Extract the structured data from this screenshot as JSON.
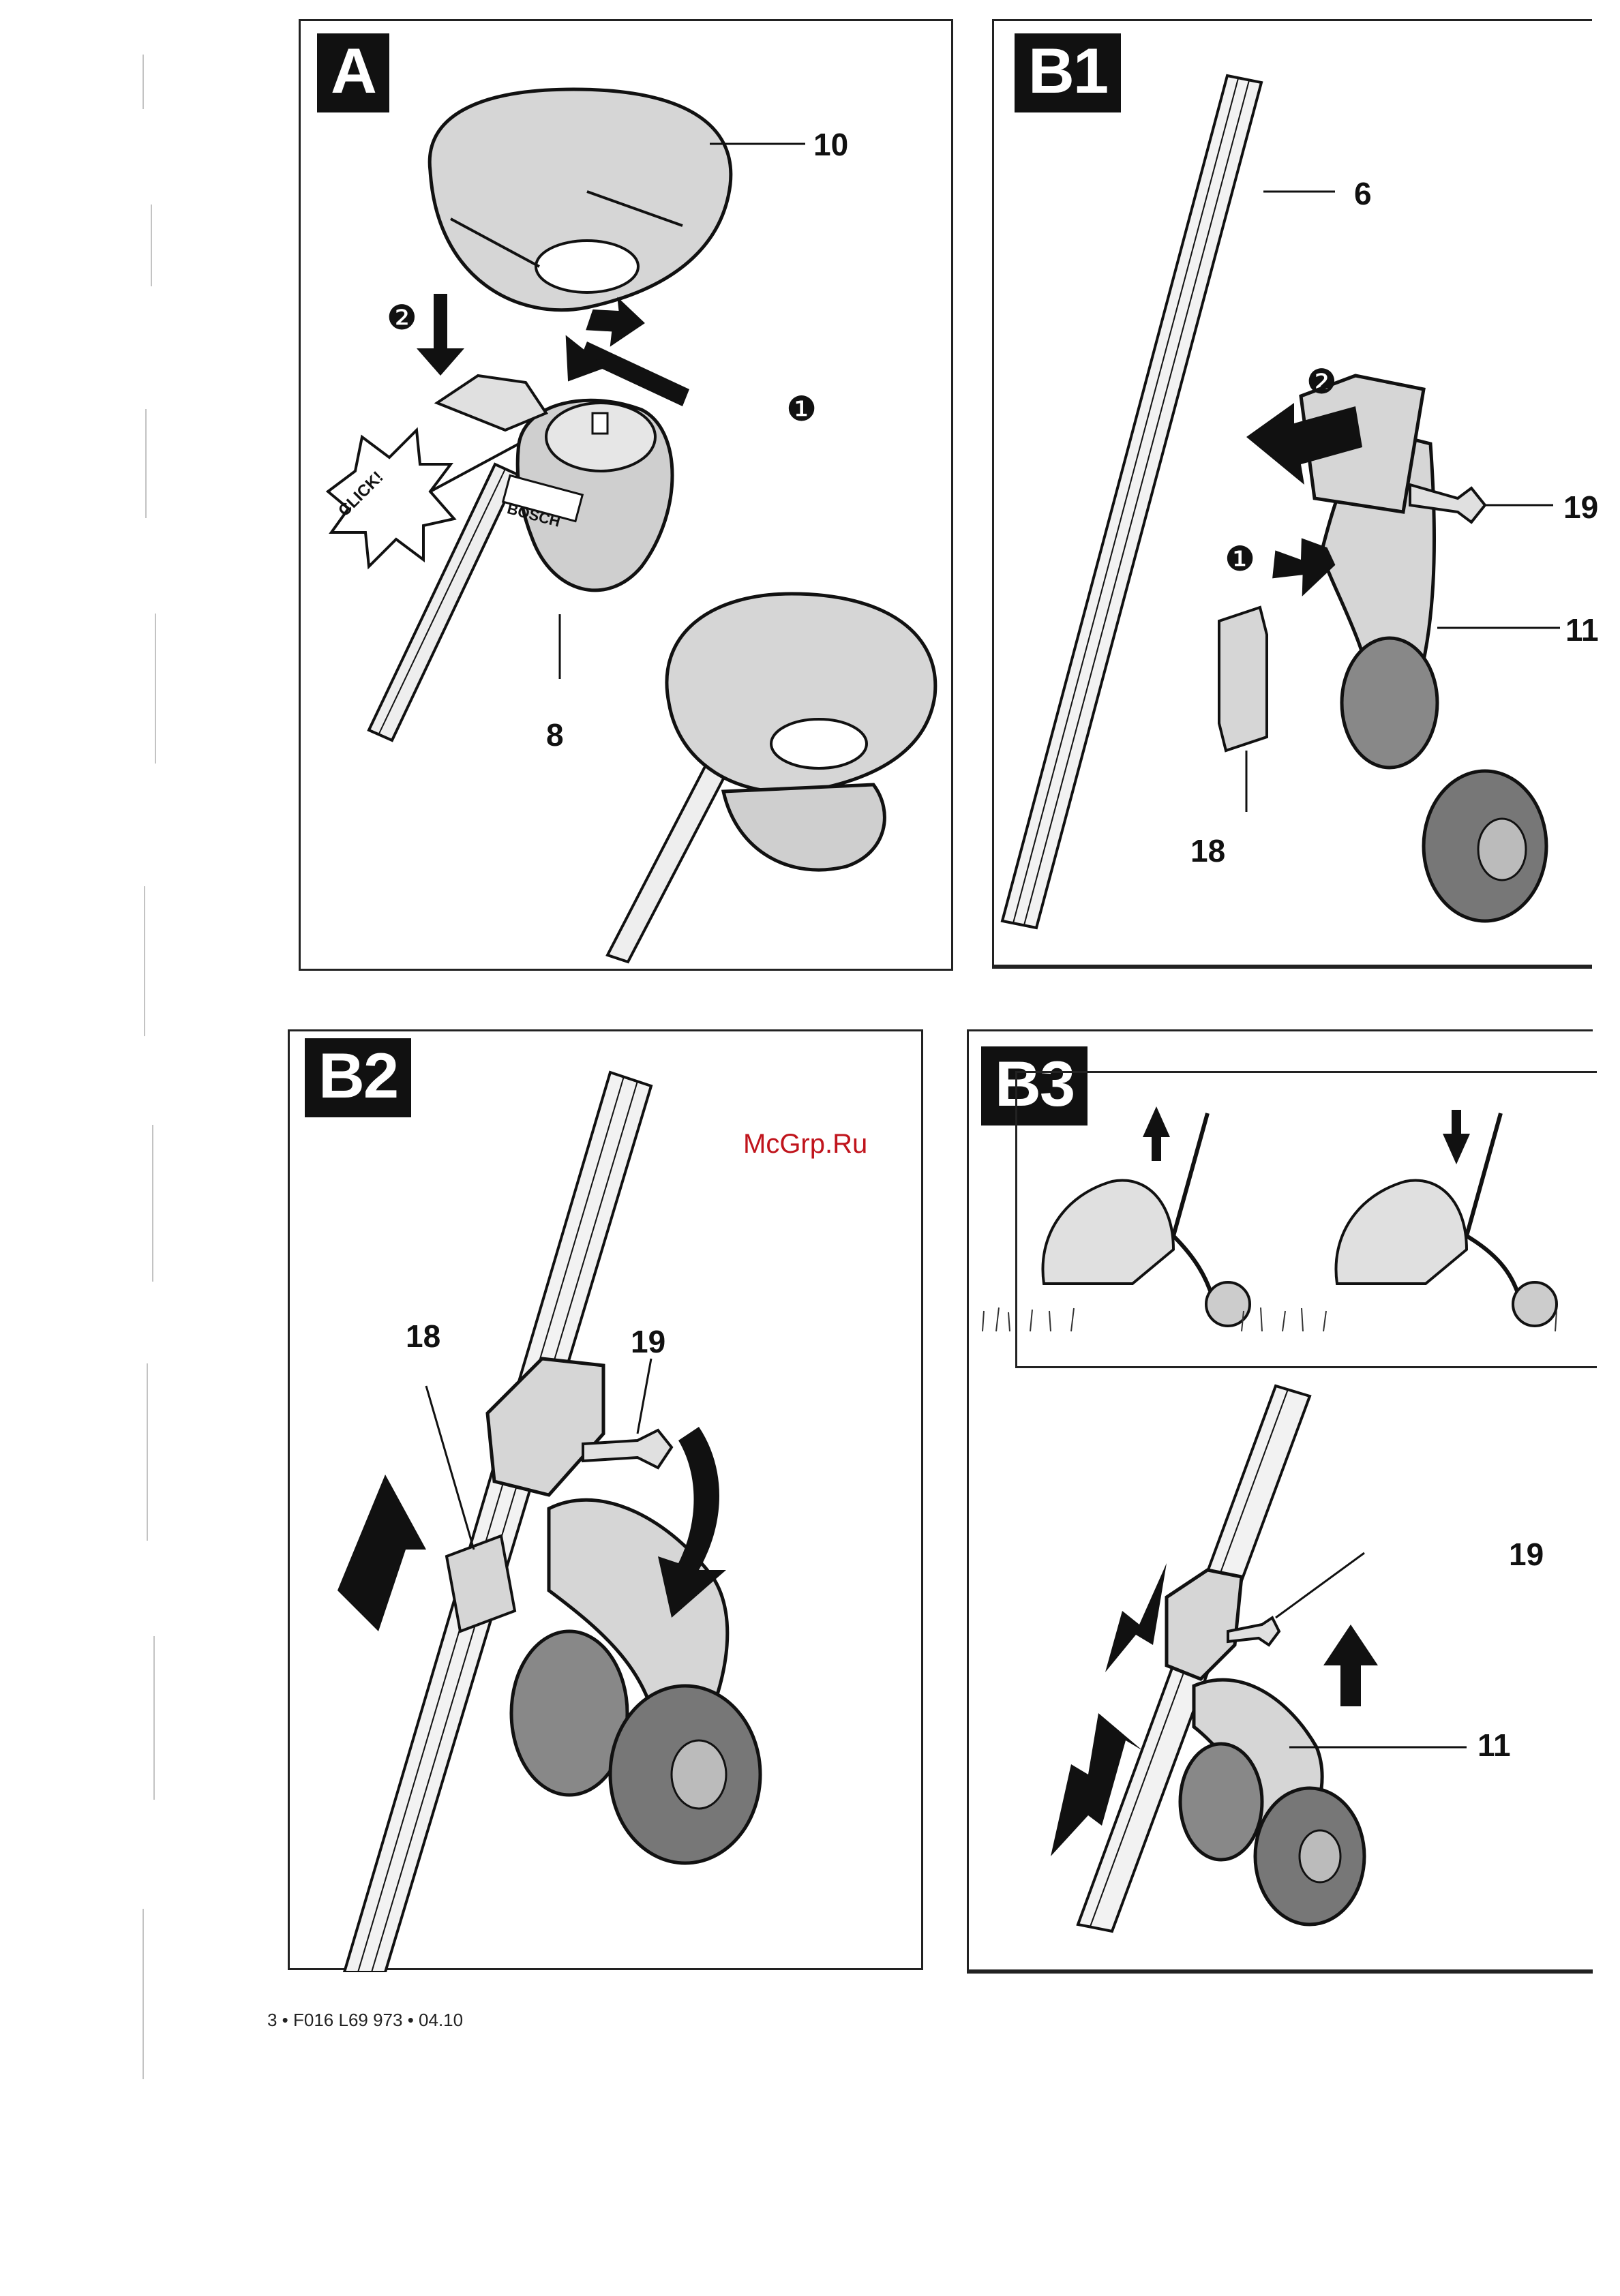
{
  "panels": {
    "a": {
      "tag": "A",
      "labels": {
        "cover": "10",
        "spool": "8"
      },
      "steps": {
        "one": "❶",
        "two": "❷"
      },
      "click": "CLICK!",
      "brand": "BOSCH"
    },
    "b1": {
      "tag": "B1",
      "labels": {
        "shaft": "6",
        "knob": "19",
        "bracket": "11",
        "clip": "18"
      },
      "steps": {
        "one": "❶",
        "two": "❷"
      }
    },
    "b2": {
      "tag": "B2",
      "labels": {
        "clip": "18",
        "knob": "19"
      }
    },
    "b3": {
      "tag": "B3",
      "labels": {
        "knob": "19",
        "bracket": "11"
      }
    }
  },
  "watermark": "McGrp.Ru",
  "footer": "3 • F016 L69 973 • 04.10",
  "colors": {
    "ink": "#111111",
    "fill": "#d6d6d6",
    "watermark": "#c0141c"
  }
}
